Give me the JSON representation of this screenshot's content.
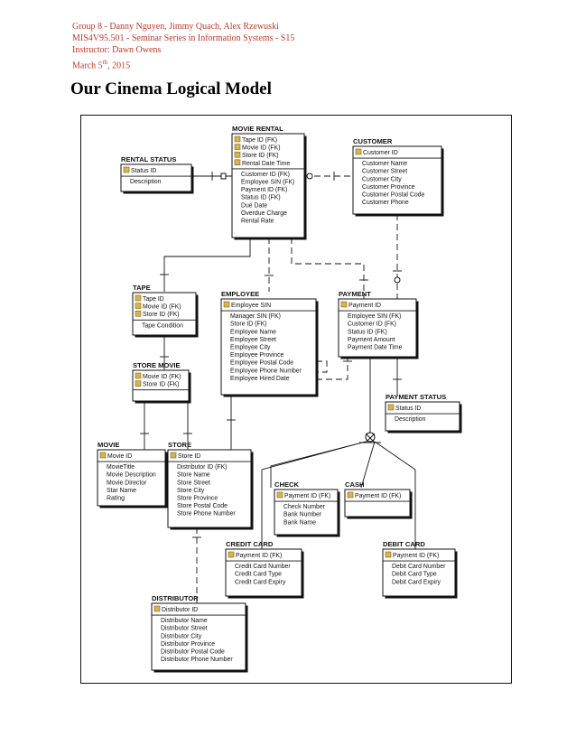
{
  "header": {
    "line1": "Group 8 - Danny Nguyen, Jimmy Quach, Alex Rzewuski",
    "line2": "MIS4V95.501 - Seminar Series in Information Systems - S15",
    "line3": "Instructor: Dawn Owens",
    "date_prefix": "March 5",
    "date_sup": "th",
    "date_suffix": ", 2015"
  },
  "page_title": "Our Cinema Logical Model",
  "entities": [
    {
      "id": "movie_rental",
      "title": "MOVIE RENTAL",
      "keys": [
        "Tape ID (FK)",
        "Movie ID (FK)",
        "Store ID (FK)",
        "Rental Date Time"
      ],
      "attrs": [
        "Customer ID (FK)",
        "Employee SIN (FK)",
        "Payment ID (FK)",
        "Status ID (FK)",
        "Due Date",
        "Overdue Charge",
        "Rental Rate"
      ]
    },
    {
      "id": "customer",
      "title": "CUSTOMER",
      "keys": [
        "Customer ID"
      ],
      "attrs": [
        "Customer Name",
        "Customer Street",
        "Customer City",
        "Customer Province",
        "Customer Postal Code",
        "Customer Phone"
      ]
    },
    {
      "id": "rental_status",
      "title": "RENTAL STATUS",
      "keys": [
        "Status ID"
      ],
      "attrs": [
        "Description"
      ]
    },
    {
      "id": "tape",
      "title": "TAPE",
      "keys": [
        "Tape ID",
        "Movie ID (FK)",
        "Store ID (FK)"
      ],
      "attrs": [
        "Tape Condition"
      ]
    },
    {
      "id": "employee",
      "title": "EMPLOYEE",
      "keys": [
        "Employee SIN"
      ],
      "attrs": [
        "Manager SIN (FK)",
        "Store ID (FK)",
        "Employee Name",
        "Employee Street",
        "Employee City",
        "Employee Province",
        "Employee Postal Code",
        "Employee Phone Number",
        "Employee Hired Date"
      ]
    },
    {
      "id": "payment",
      "title": "PAYMENT",
      "keys": [
        "Payment ID"
      ],
      "attrs": [
        "Employee SIN (FK)",
        "Customer ID (FK)",
        "Status ID (FK)",
        "Payment Amount",
        "Payment Date Time"
      ]
    },
    {
      "id": "store_movie",
      "title": "STORE MOVIE",
      "keys": [
        "Movie ID (FK)",
        "Store ID (FK)"
      ],
      "attrs": []
    },
    {
      "id": "payment_status",
      "title": "PAYMENT STATUS",
      "keys": [
        "Status ID"
      ],
      "attrs": [
        "Description"
      ]
    },
    {
      "id": "movie",
      "title": "MOVIE",
      "keys": [
        "Movie ID"
      ],
      "attrs": [
        "MovieTitle",
        "Movie Description",
        "Movie Director",
        "Star Name",
        "Rating"
      ]
    },
    {
      "id": "store",
      "title": "STORE",
      "keys": [
        "Store ID"
      ],
      "attrs": [
        "Distributor ID (FK)",
        "Store Name",
        "Store Street",
        "Store City",
        "Store Province",
        "Store Postal Code",
        "Store Phone Number"
      ]
    },
    {
      "id": "check",
      "title": "CHECK",
      "keys": [
        "Payment ID (FK)"
      ],
      "attrs": [
        "Check Number",
        "Bank Number",
        "Bank Name"
      ]
    },
    {
      "id": "cash",
      "title": "CASH",
      "keys": [
        "Payment ID (FK)"
      ],
      "attrs": []
    },
    {
      "id": "credit_card",
      "title": "CREDIT CARD",
      "keys": [
        "Payment ID (FK)"
      ],
      "attrs": [
        "Credit Card Number",
        "Credit Card Type",
        "Credit Card Expiry"
      ]
    },
    {
      "id": "debit_card",
      "title": "DEBIT CARD",
      "keys": [
        "Payment ID (FK)"
      ],
      "attrs": [
        "Debit Card Number",
        "Debit Card Type",
        "Debit Card Expiry"
      ]
    },
    {
      "id": "distributor",
      "title": "DISTRIBUTOR",
      "keys": [
        "Distributor ID"
      ],
      "attrs": [
        "Distributor Name",
        "Distributor Street",
        "Distributor City",
        "Distributor Province",
        "Distributor Postal Code",
        "Distributor Phone Number"
      ]
    }
  ]
}
